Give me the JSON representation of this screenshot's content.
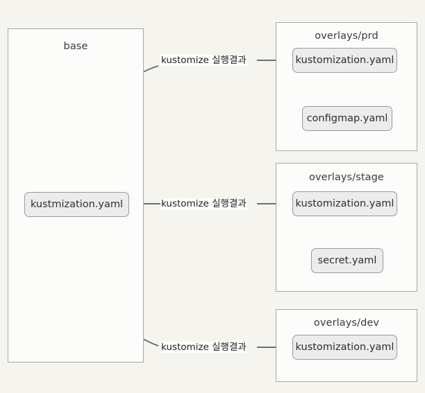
{
  "diagram": {
    "type": "kustomize-overlay-structure",
    "background_color": "#f5f4ef",
    "line_color": "#595959",
    "node_fill": "#ececec",
    "container_fill": "#fcfcfb",
    "base": {
      "title": "base",
      "nodes": [
        {
          "label": "kustmization.yaml"
        }
      ]
    },
    "overlays": [
      {
        "title": "overlays/prd",
        "nodes": [
          {
            "label": "kustomization.yaml"
          },
          {
            "label": "configmap.yaml"
          }
        ]
      },
      {
        "title": "overlays/stage",
        "nodes": [
          {
            "label": "kustomization.yaml"
          },
          {
            "label": "secret.yaml"
          }
        ]
      },
      {
        "title": "overlays/dev",
        "nodes": [
          {
            "label": "kustomization.yaml"
          }
        ]
      }
    ],
    "edges": [
      {
        "label": "kustomize 실행결과",
        "from": "base/kustmization.yaml",
        "to": "overlays/prd/kustomization.yaml"
      },
      {
        "label": "kustomize 실행결과",
        "from": "base/kustmization.yaml",
        "to": "overlays/stage/kustomization.yaml"
      },
      {
        "label": "kustomize 실행결과",
        "from": "base/kustmization.yaml",
        "to": "overlays/dev/kustomization.yaml"
      }
    ]
  }
}
